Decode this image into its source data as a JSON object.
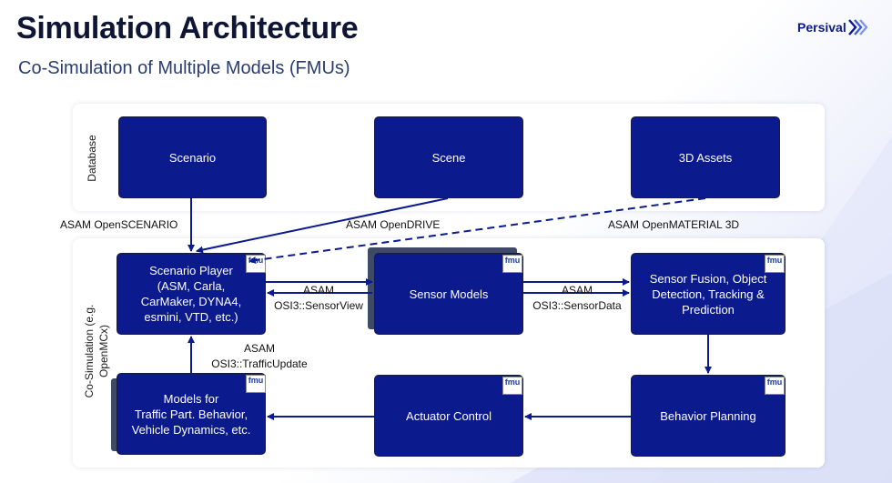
{
  "header": {
    "title": "Simulation Architecture",
    "subtitle": "Co-Simulation of Multiple Models (FMUs)",
    "logo_text": "Persival"
  },
  "sections": {
    "database": "Database",
    "cosim_line1": "Co-Simulation (e.g.",
    "cosim_line2": "OpenMCx)"
  },
  "boxes": {
    "scenario": "Scenario",
    "scene": "Scene",
    "assets": "3D Assets",
    "player_l1": "Scenario Player",
    "player_l2": "(ASM, Carla,",
    "player_l3": "CarMaker, DYNA4,",
    "player_l4": "esmini, VTD, etc.)",
    "sensor_models": "Sensor Models",
    "fusion_l1": "Sensor Fusion, Object",
    "fusion_l2": "Detection, Tracking &",
    "fusion_l3": "Prediction",
    "models_l1": "Models for",
    "models_l2": "Traffic Part. Behavior,",
    "models_l3": "Vehicle Dynamics, etc.",
    "actuator": "Actuator Control",
    "behavior": "Behavior Planning"
  },
  "fmu_badge": "fmu",
  "connections": {
    "openscenario": "ASAM OpenSCENARIO",
    "opendrive": "ASAM OpenDRIVE",
    "openmaterial": "ASAM OpenMATERIAL 3D",
    "sv_l1": "ASAM",
    "sv_l2": "OSI3::SensorView",
    "sd_l1": "ASAM",
    "sd_l2": "OSI3::SensorData",
    "tu_l1": "ASAM",
    "tu_l2": "OSI3::TrafficUpdate"
  },
  "colors": {
    "box_fill": "#0b1a8c",
    "arrow": "#0b1a8c",
    "title": "#0f1535"
  }
}
